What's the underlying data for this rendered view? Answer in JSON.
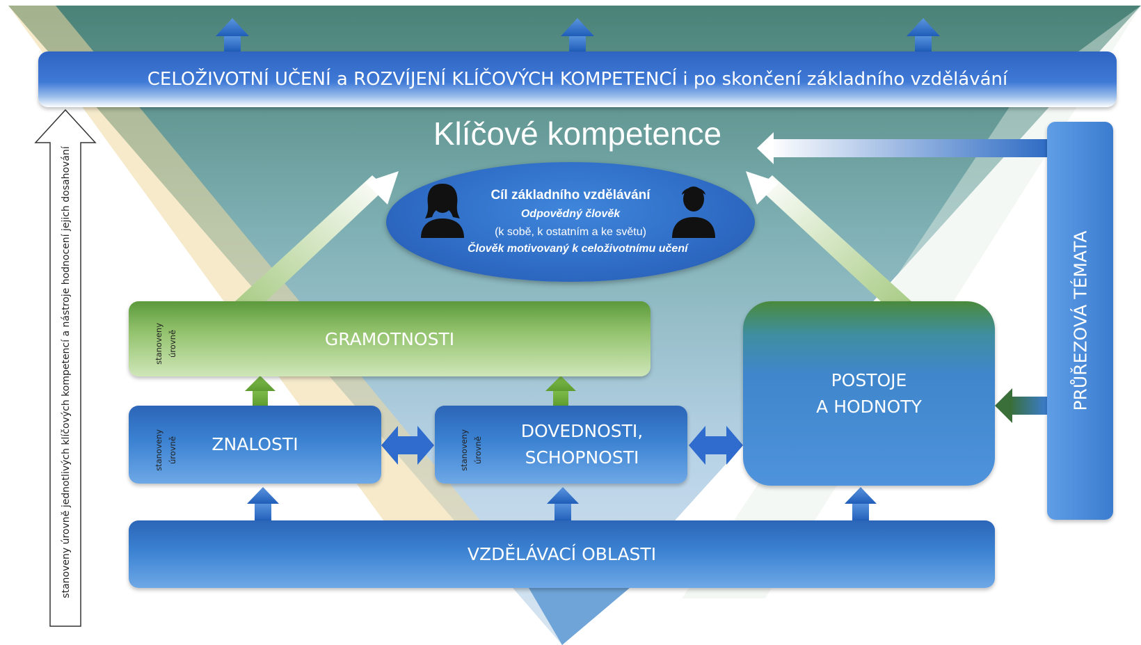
{
  "top_banner": "CELOŽIVOTNÍ UČENÍ a ROZVÍJENÍ KLÍČOVÝCH KOMPETENCÍ i po skončení základního vzdělávání",
  "title": "Klíčové kompetence",
  "goal": {
    "heading": "Cíl základního vzdělávání",
    "line1": "Odpovědný člověk",
    "line2": "(k sobě, k ostatním a ke světu)",
    "line3": "Člověk motivovaný k celoživotnímu učení"
  },
  "gramotnosti": "GRAMOTNOSTI",
  "znalosti": "ZNALOSTI",
  "dovednosti": {
    "line1": "DOVEDNOSTI,",
    "line2": "SCHOPNOSTI"
  },
  "postoje": {
    "line1": "POSTOJE",
    "line2": "A HODNOTY"
  },
  "vzdelavaci_oblasti": "VZDĚLÁVACÍ OBLASTI",
  "prurezova_temata": "PRŮŘEZOVÁ TÉMATA",
  "left_arrow_label": "stanoveny úrovně jednotlivých klíčových kompetencí a nástroje hodnocení jejich dosahování",
  "level_label": {
    "line1": "stanoveny",
    "line2": "úrovně"
  },
  "colors": {
    "blue": "#3b7ccf",
    "green": "#6fae3e",
    "teal": "#4a8a7a"
  }
}
